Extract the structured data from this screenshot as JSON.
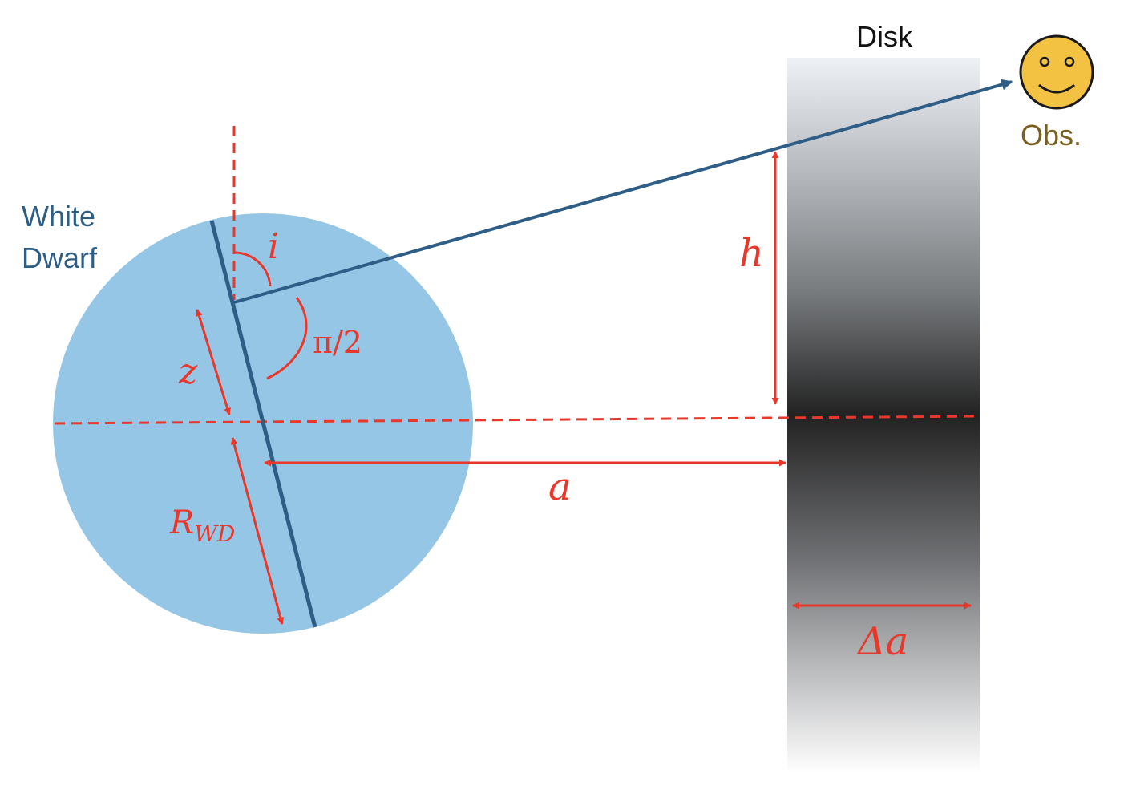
{
  "labels": {
    "white_dwarf": [
      "White",
      "Dwarf"
    ],
    "disk": "Disk",
    "observer": "Obs."
  },
  "symbols": {
    "inclination": "i",
    "right_angle": "π/2",
    "z": "z",
    "radius_base": "R",
    "radius_sub": "WD",
    "separation": "a",
    "height": "h",
    "disk_width": "Δa"
  },
  "icons": {
    "observer": "smiley-face-icon"
  },
  "colors": {
    "white_dwarf_fill": "#95c6e5",
    "line_of_sight": "#2e5e86",
    "white_dwarf_label": "#2e5e86",
    "annotation_red": "#e8382b",
    "observer_face": "#f3c242",
    "observer_label": "#7a6020",
    "disk_dark": "#222222"
  }
}
